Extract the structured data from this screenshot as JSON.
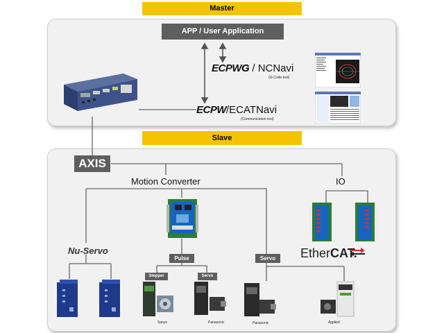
{
  "master": {
    "label": "Master"
  },
  "slave": {
    "label": "Slave"
  },
  "app": {
    "label": "APP / User Application"
  },
  "ncnavi": {
    "brand_prefix": "ECPW",
    "brand_suffix": "G",
    "separator": " / ",
    "name": "NCNavi",
    "note": "(G-Code tool)"
  },
  "ecatnavi": {
    "brand": "ECPW",
    "separator": "/",
    "name": "ECATNavi",
    "note": "(Communication tool)"
  },
  "axis": {
    "label": "AXIS"
  },
  "motion_converter": {
    "label": "Motion Converter"
  },
  "io": {
    "label": "IO"
  },
  "nuservo": {
    "label": "Nu-Servo"
  },
  "pulse": {
    "label": "Pulse"
  },
  "servo_tag": {
    "label": "Servo"
  },
  "stepper_tag": {
    "label": "Stepper"
  },
  "servo_tag_small": {
    "label": "Servo"
  },
  "ethercat": {
    "prefix": "Ether",
    "suffix": "CAT."
  },
  "motors": {
    "sanyo": "Sanyo",
    "panasonic_1": "Panasonic",
    "panasonic_2": "Panasonic",
    "applied": "Applied"
  },
  "colors": {
    "accent": "#f5c400",
    "tag": "#5e5e5e",
    "line": "#666666"
  }
}
